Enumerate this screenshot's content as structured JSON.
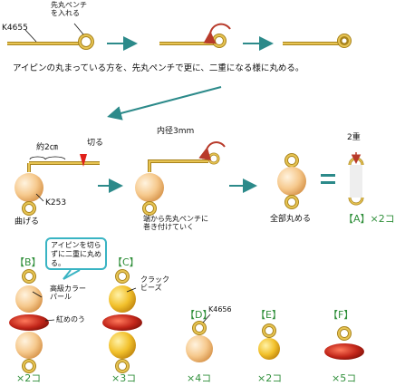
{
  "labels": {
    "k4655": "K4655",
    "pliers_top": "先丸ペンチ\nを入れる",
    "instruction": "アイピンの丸まっている方を、先丸ペンチで更に、二重になる様に丸める。",
    "about2cm": "約2㎝",
    "cut": "切る",
    "inner_dia": "内径3mm",
    "double": "2重",
    "k253": "K253",
    "bend": "曲げる",
    "wind": "端から先丸ペンチに\n巻き付けていく",
    "roll_all": "全部丸める",
    "a_label": "【A】×2コ",
    "b_label": "【B】",
    "c_label": "【C】",
    "callout": "アイピンを切らずに二重に丸める。",
    "pearl": "高級カラー\nパール",
    "crack_beads": "クラック\nビーズ",
    "red_bead": "紅めのう",
    "d_label": "【D】",
    "e_label": "【E】",
    "f_label": "【F】",
    "k4656": "K4656",
    "b_count": "×2コ",
    "c_count": "×3コ",
    "d_count": "×4コ",
    "e_count": "×2コ",
    "f_count": "×5コ"
  },
  "colors": {
    "gold": "#d9b23a",
    "gold_dark": "#a8831c",
    "pearl": "#f6c98d",
    "crack": "#f2c12c",
    "red": "#c2261a",
    "teal_arrow": "#2c8a8a",
    "red_arrow": "#b83a2a",
    "label_green": "#2f8f3a",
    "callout_border": "#39b4c3"
  }
}
